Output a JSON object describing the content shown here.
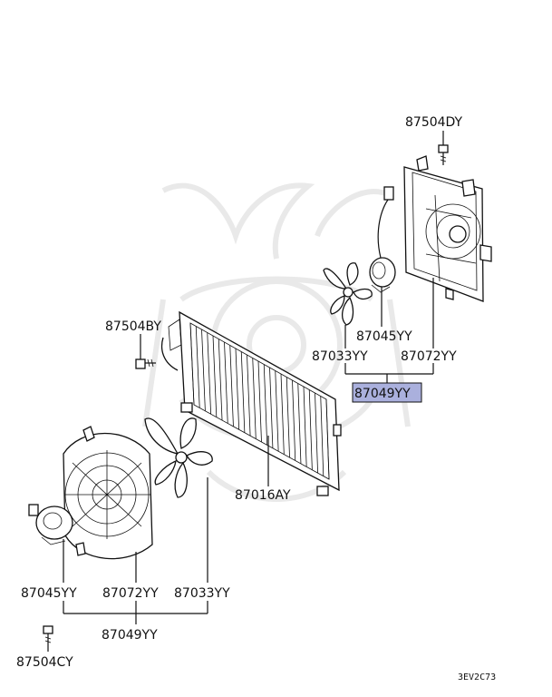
{
  "labels": {
    "bolt_top": "87504DY",
    "bolt_mid": "87504BY",
    "bolt_bottom": "87504CY",
    "motor_right": "87045YY",
    "fan_right": "87033YY",
    "shroud_right": "87072YY",
    "assembly_right": "87049YY",
    "condenser": "87016AY",
    "motor_left": "87045YY",
    "shroud_left": "87072YY",
    "fan_left": "87033YY",
    "assembly_left": "87049YY",
    "diagram_code": "3EV2C73"
  },
  "colors": {
    "highlight": "#aab0dd",
    "lines": "#111111",
    "watermark": "#e9e9e9"
  },
  "icons": [
    "watermark-emblem"
  ]
}
